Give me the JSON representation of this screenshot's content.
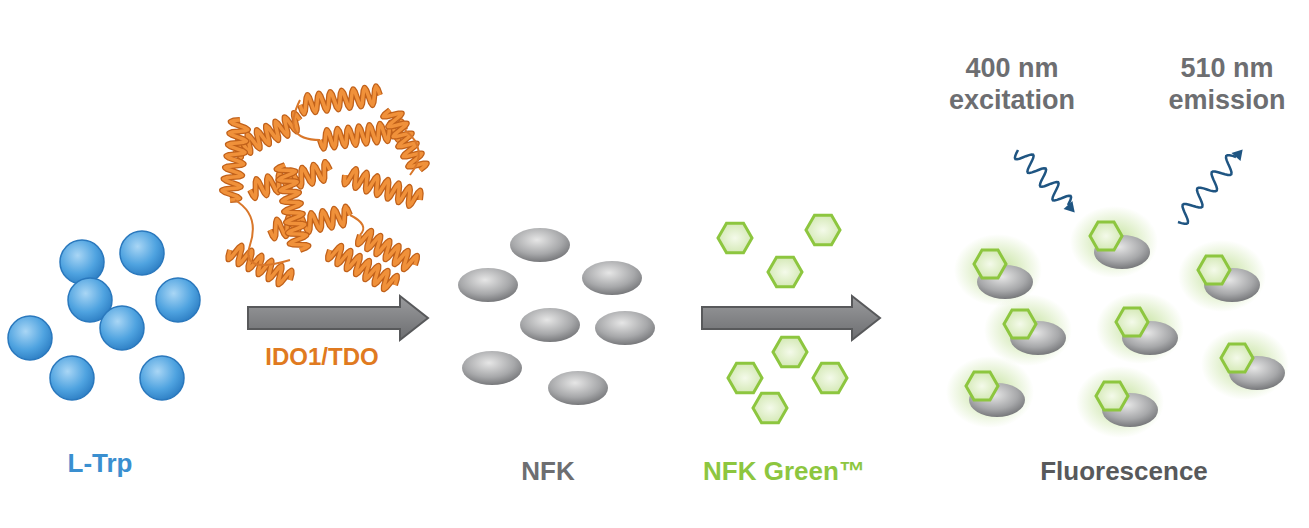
{
  "diagram": {
    "labels": [
      "400 nm excitation",
      "510 nm emission",
      "L-Trp",
      "IDO1/TDO",
      "NFK",
      "NFK Green™",
      "Fluorescence"
    ]
  }
}
